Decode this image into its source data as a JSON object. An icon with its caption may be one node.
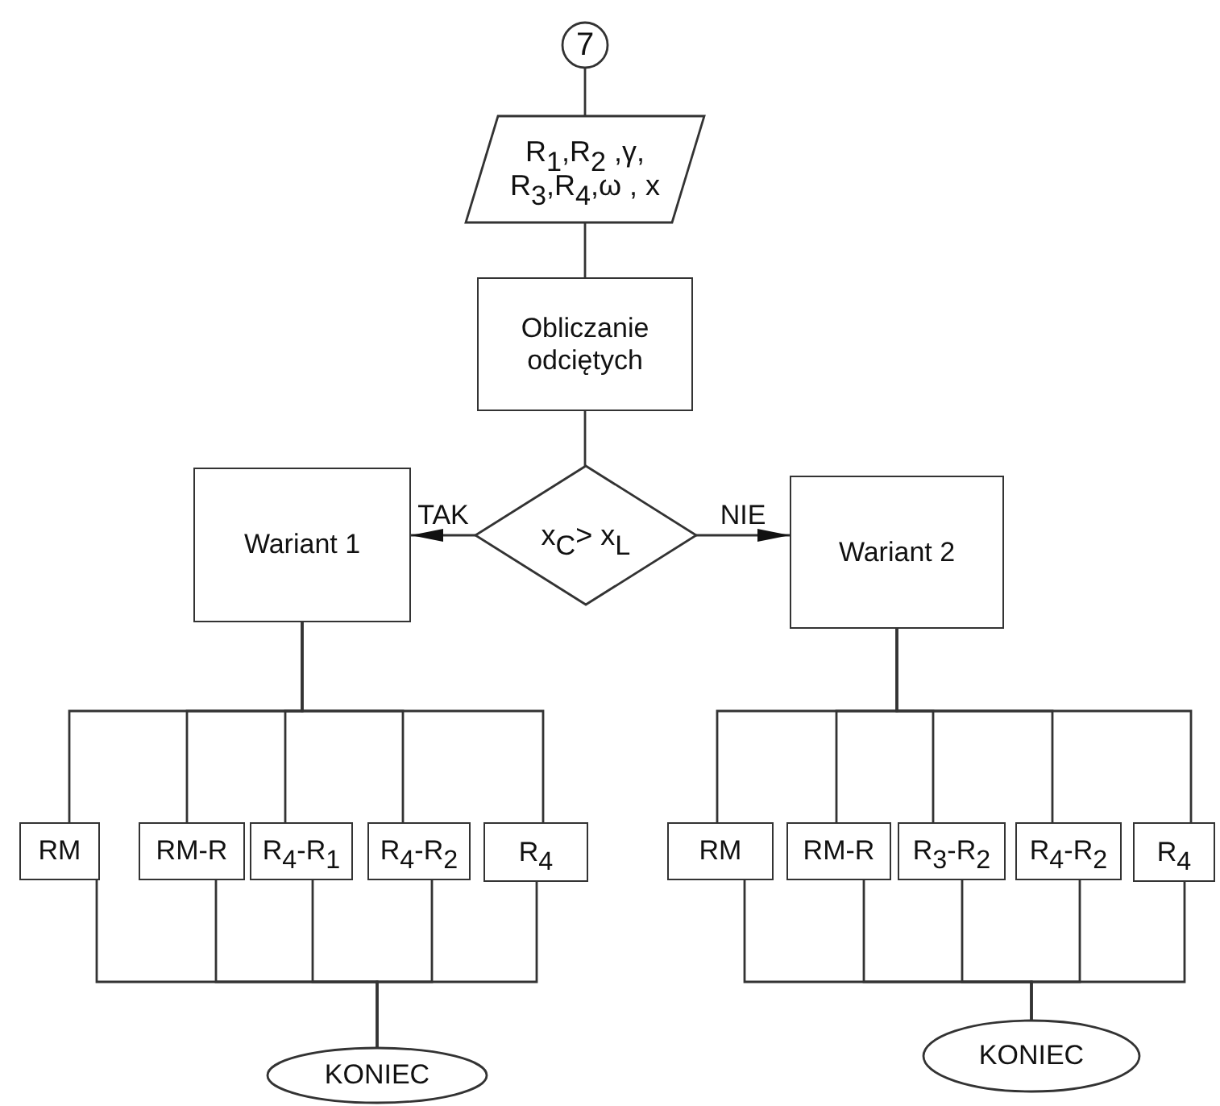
{
  "diagram": {
    "nodes": [
      {
        "text": [
          "7"
        ]
      },
      {
        "text": [
          "R$_{1}$,R$_{2}$ ,γ, R$_{3}$,R$_{4}$,ω , x"
        ]
      },
      {
        "text": [
          "Obliczanie odciętych"
        ]
      },
      {
        "text": [
          "x$_{C}$> x$_{L}$"
        ]
      },
      {
        "text": [
          "Wariant 1"
        ]
      },
      {
        "text": [
          "Wariant 2"
        ]
      },
      {
        "text": [
          "RM"
        ]
      },
      {
        "text": [
          "RM-R"
        ]
      },
      {
        "text": [
          "R$_{4}$-R$_{1}$"
        ]
      },
      {
        "text": [
          "R$_{4}$-R$_{2}$"
        ]
      },
      {
        "text": [
          "R$_{4}$"
        ]
      },
      {
        "text": [
          "KONIEC"
        ]
      },
      {
        "text": [
          "RM"
        ]
      },
      {
        "text": [
          "RM-R"
        ]
      },
      {
        "text": [
          "R$_{3}$-R$_{2}$"
        ]
      },
      {
        "text": [
          "R$_{4}$-R$_{2}$"
        ]
      },
      {
        "text": [
          "R$_{4}$"
        ]
      },
      {
        "text": [
          "KONIEC"
        ]
      }
    ],
    "edges": [
      {
        "from": 0,
        "to": 1,
        "arrow": "none"
      },
      {
        "from": 1,
        "to": 2,
        "arrow": "none"
      },
      {
        "from": 2,
        "to": 3,
        "arrow": "none"
      },
      {
        "from": 3,
        "to": 4,
        "arrow": "to",
        "label": "TAK"
      },
      {
        "from": 3,
        "to": 5,
        "arrow": "to",
        "label": "NIE"
      },
      {
        "from": 4,
        "to": 6,
        "arrow": "none"
      },
      {
        "from": 4,
        "to": 7,
        "arrow": "none"
      },
      {
        "from": 4,
        "to": 8,
        "arrow": "none"
      },
      {
        "from": 4,
        "to": 9,
        "arrow": "none"
      },
      {
        "from": 4,
        "to": 10,
        "arrow": "none"
      },
      {
        "from": 5,
        "to": 12,
        "arrow": "none"
      },
      {
        "from": 5,
        "to": 13,
        "arrow": "none"
      },
      {
        "from": 5,
        "to": 14,
        "arrow": "none"
      },
      {
        "from": 5,
        "to": 15,
        "arrow": "none"
      },
      {
        "from": 5,
        "to": 16,
        "arrow": "none"
      },
      {
        "from": 6,
        "to": 11,
        "arrow": "none"
      },
      {
        "from": 7,
        "to": 11,
        "arrow": "none"
      },
      {
        "from": 8,
        "to": 11,
        "arrow": "none"
      },
      {
        "from": 9,
        "to": 11,
        "arrow": "none"
      },
      {
        "from": 10,
        "to": 11,
        "arrow": "none"
      },
      {
        "from": 12,
        "to": 17,
        "arrow": "none"
      },
      {
        "from": 13,
        "to": 17,
        "arrow": "none"
      },
      {
        "from": 14,
        "to": 17,
        "arrow": "none"
      },
      {
        "from": 15,
        "to": 17,
        "arrow": "none"
      },
      {
        "from": 16,
        "to": 17,
        "arrow": "none"
      }
    ]
  }
}
